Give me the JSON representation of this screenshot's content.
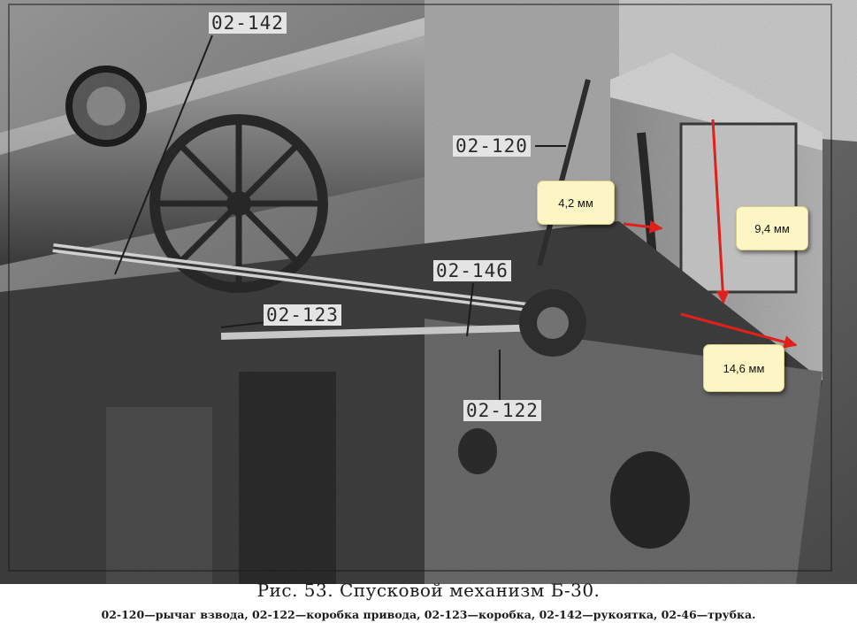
{
  "photo": {
    "part_labels": [
      "02-142",
      "02-120",
      "02-146",
      "02-123",
      "02-122"
    ],
    "annotations": [
      "4,2 мм",
      "9,4 мм",
      "14,6 мм"
    ],
    "annotation_color": "#e0201c",
    "callout_bg": "#fdf6c4"
  },
  "caption": {
    "title": "Рис. 53. Спусковой механизм Б-30.",
    "legend": "02-120—рычаг взвода, 02-122—коробка привода, 02-123—коробка, 02-142—рукоятка, 02-46—трубка."
  }
}
